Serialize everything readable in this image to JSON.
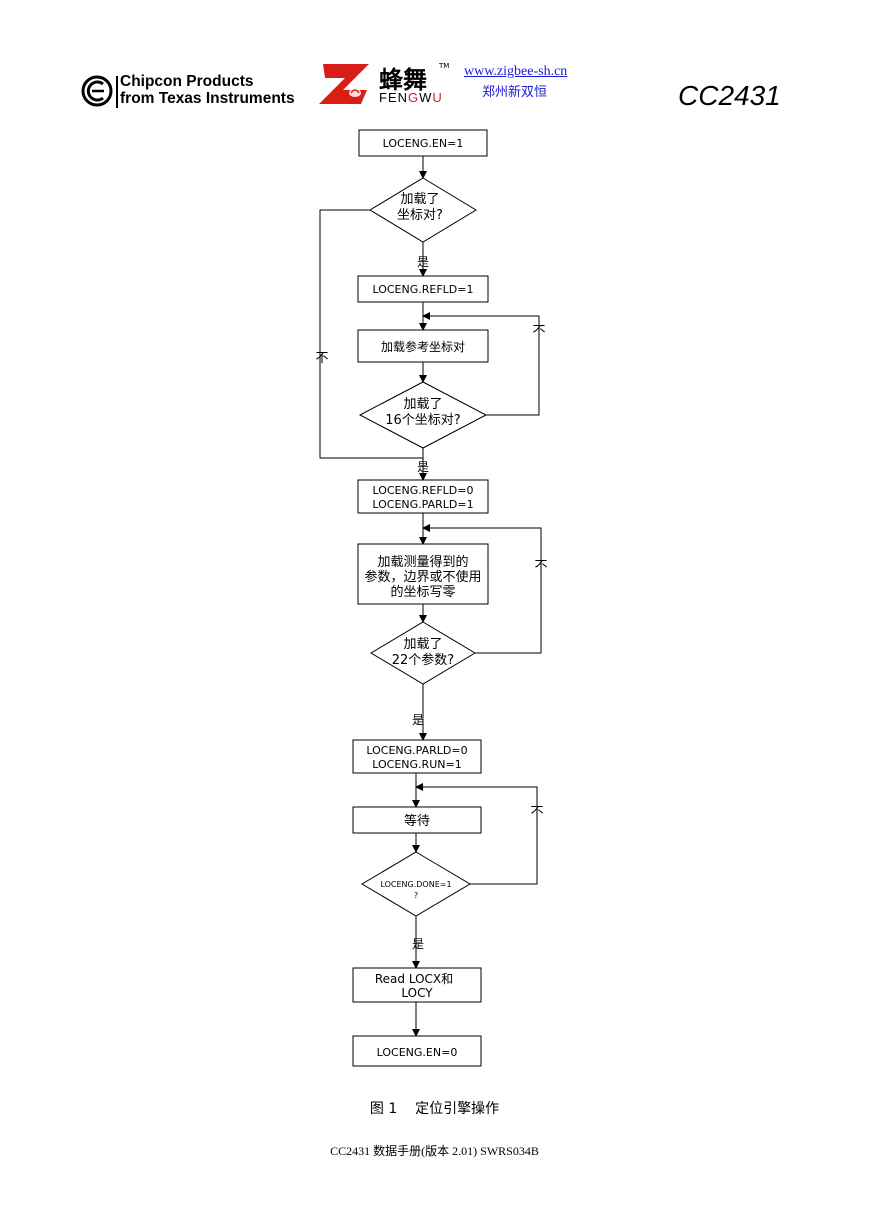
{
  "header": {
    "ti_line1": "Chipcon Products",
    "ti_line2": "from Texas Instruments",
    "fengwu_cn": "蜂舞",
    "fengwu_tm": "TM",
    "fengwu_en_a": "FEN",
    "fengwu_en_b": "G",
    "fengwu_en_c": "W",
    "fengwu_en_d": "U",
    "url": "www.zigbee-sh.cn",
    "company_cn": "郑州新双恒",
    "doc_title": "CC2431",
    "accent_color": "#d91e18",
    "link_color": "#1a1ad6"
  },
  "flowchart": {
    "box1": "LOCENG.EN=1",
    "dec1_l1": "加载了",
    "dec1_l2": "坐标对?",
    "yes1": "是",
    "box2": "LOCENG.REFLD=1",
    "box3": "加载参考坐标对",
    "dec2_l1": "加载了",
    "dec2_l2": "16个坐标对?",
    "no_loop2": "不",
    "no_skip1": "不",
    "yes2": "是",
    "box4_l1": "LOCENG.REFLD=0",
    "box4_l2": "LOCENG.PARLD=1",
    "box5_l1": "加载测量得到的",
    "box5_l2": "参数，边界或不使用",
    "box5_l3": "的坐标写零",
    "dec3_l1": "加载了",
    "dec3_l2": "22个参数?",
    "no_loop3": "不",
    "yes3": "是",
    "box6_l1": "LOCENG.PARLD=0",
    "box6_l2": "LOCENG.RUN=1",
    "box7": "等待",
    "dec4_l1": "LOCENG.DONE=1",
    "dec4_l2": "?",
    "no_loop4": "不",
    "yes4": "是",
    "box8_l1": "Read LOCX和",
    "box8_l2": "LOCY",
    "box9": "LOCENG.EN=0"
  },
  "caption": "图 1    定位引擎操作",
  "footer": "CC2431 数据手册(版本 2.01) SWRS034B"
}
